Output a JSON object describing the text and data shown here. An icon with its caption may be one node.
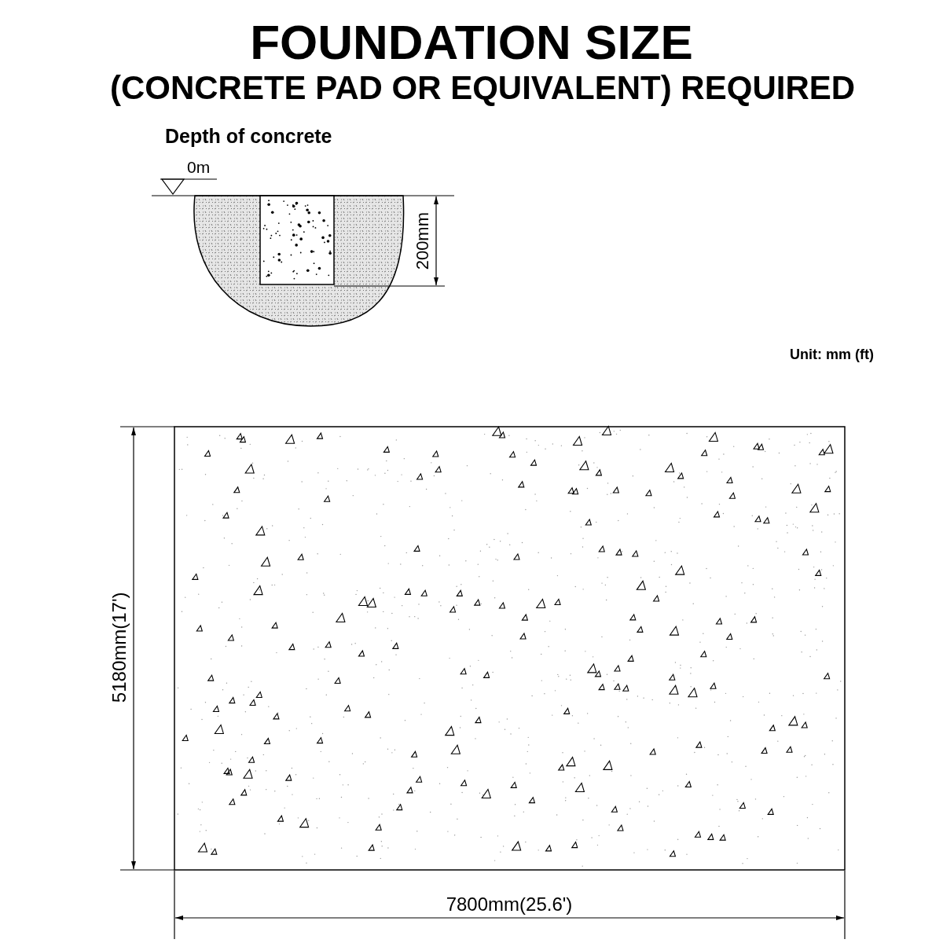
{
  "diagram": {
    "title": "FOUNDATION SIZE",
    "labels": [
      "(CONCRETE PAD OR EQUIVALENT) REQUIRED",
      "Depth of concrete",
      "0m",
      "200mm",
      "Unit: mm (ft)",
      "5180mm(17')",
      "7800mm(25.6')"
    ]
  }
}
